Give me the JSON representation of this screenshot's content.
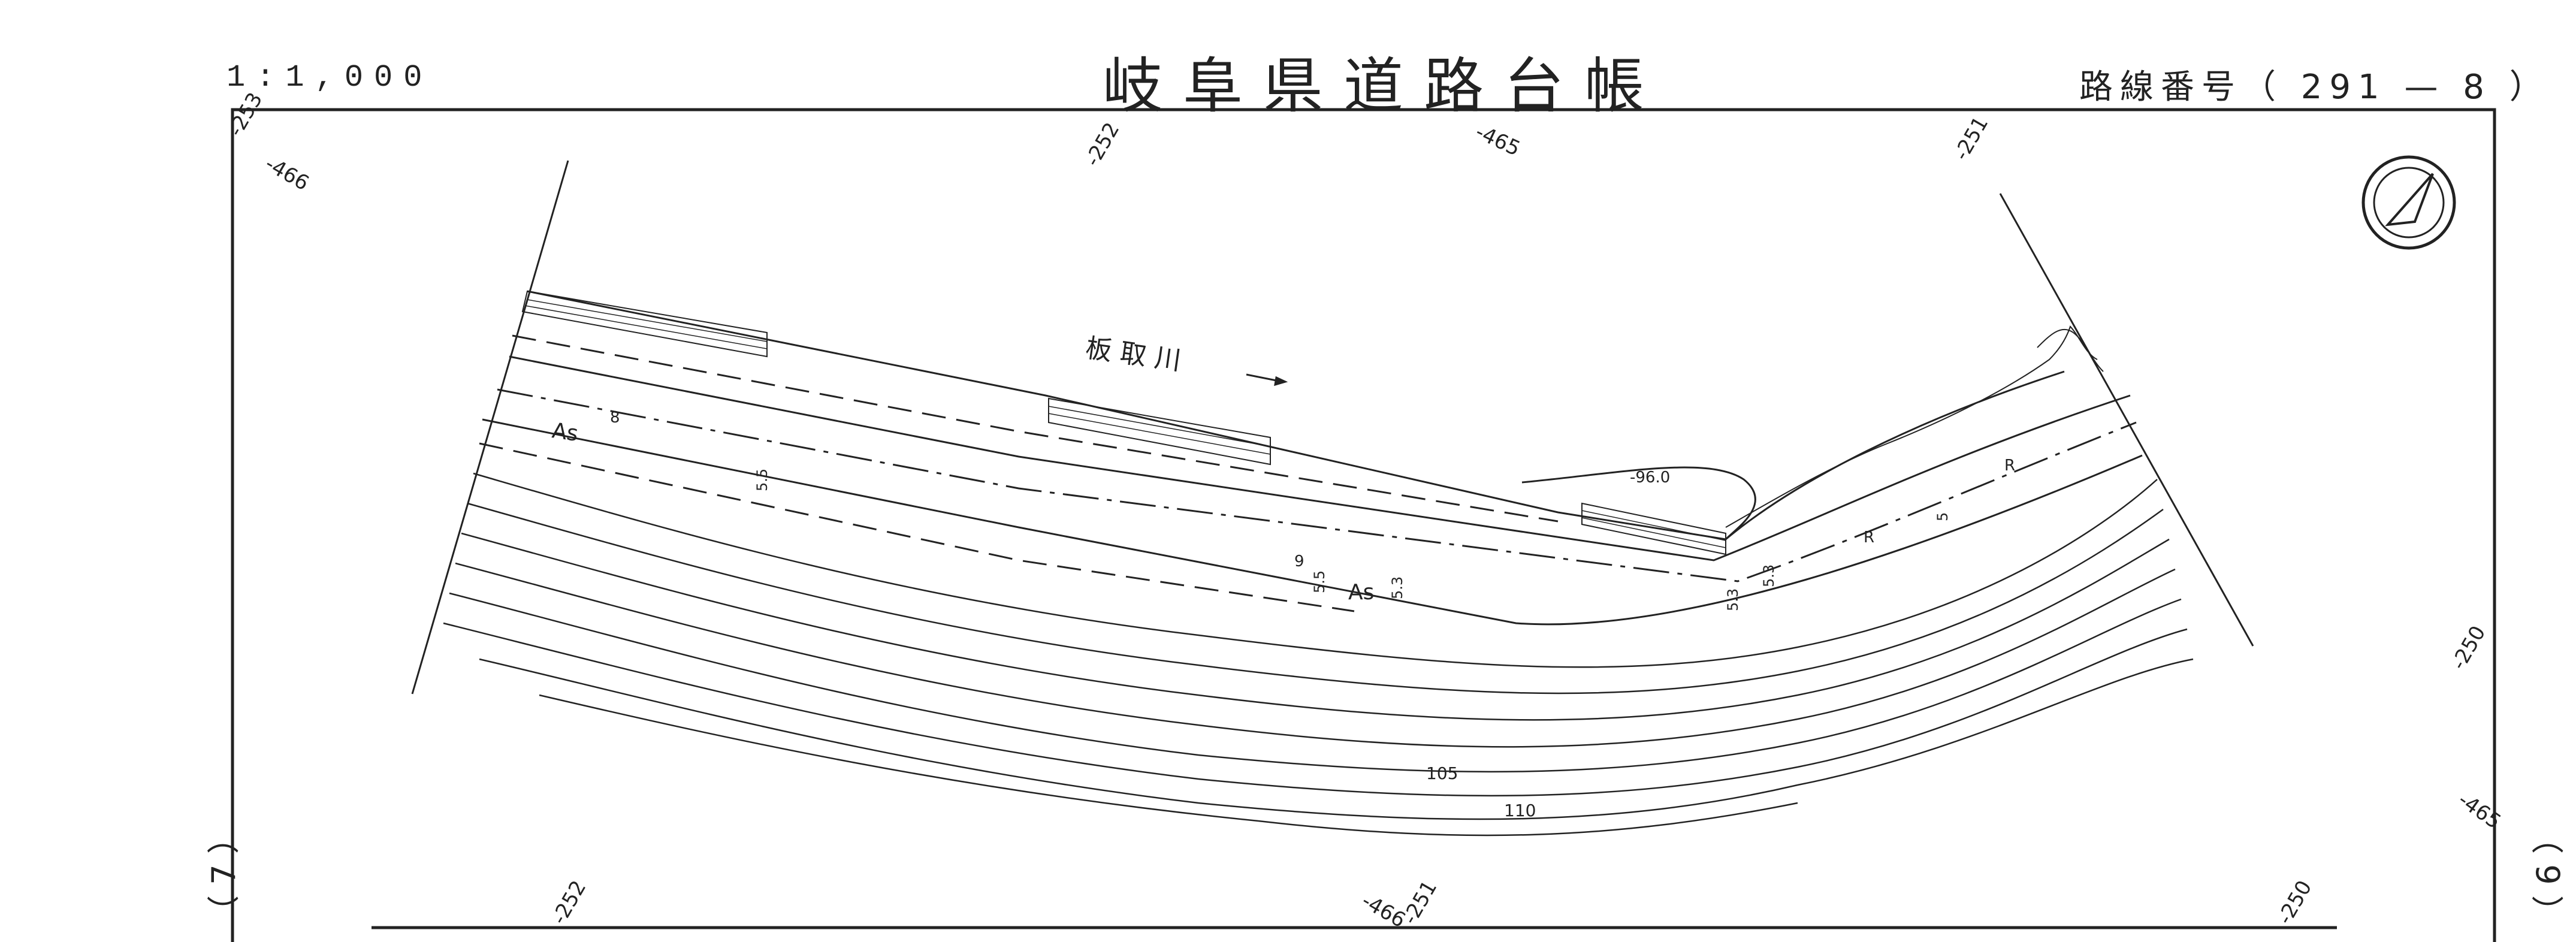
{
  "header": {
    "scale": "1:1,000",
    "title": "岐阜県道路台帳",
    "route_label": "路線番号（ 291 — 8 ）"
  },
  "sheet_markers": {
    "left": "（ 7 ）",
    "right": "（ 6 ）"
  },
  "map": {
    "river_label": "板 取 川",
    "road_surface": [
      "As",
      "As"
    ],
    "width_labels": [
      "8",
      "5.5",
      "9",
      "5.5",
      "5.3",
      "5.3",
      "5.3",
      "5"
    ],
    "contour_labels": [
      "105",
      "110"
    ],
    "spot_height": "-96.0",
    "letter_marks": [
      "R",
      "R"
    ],
    "grid_labels": [
      "-253",
      "-466",
      "-252",
      "-465",
      "-251",
      "-250",
      "-465",
      "-252",
      "-466",
      "-251",
      "-250"
    ]
  },
  "icons": [
    "north-arrow-icon"
  ]
}
